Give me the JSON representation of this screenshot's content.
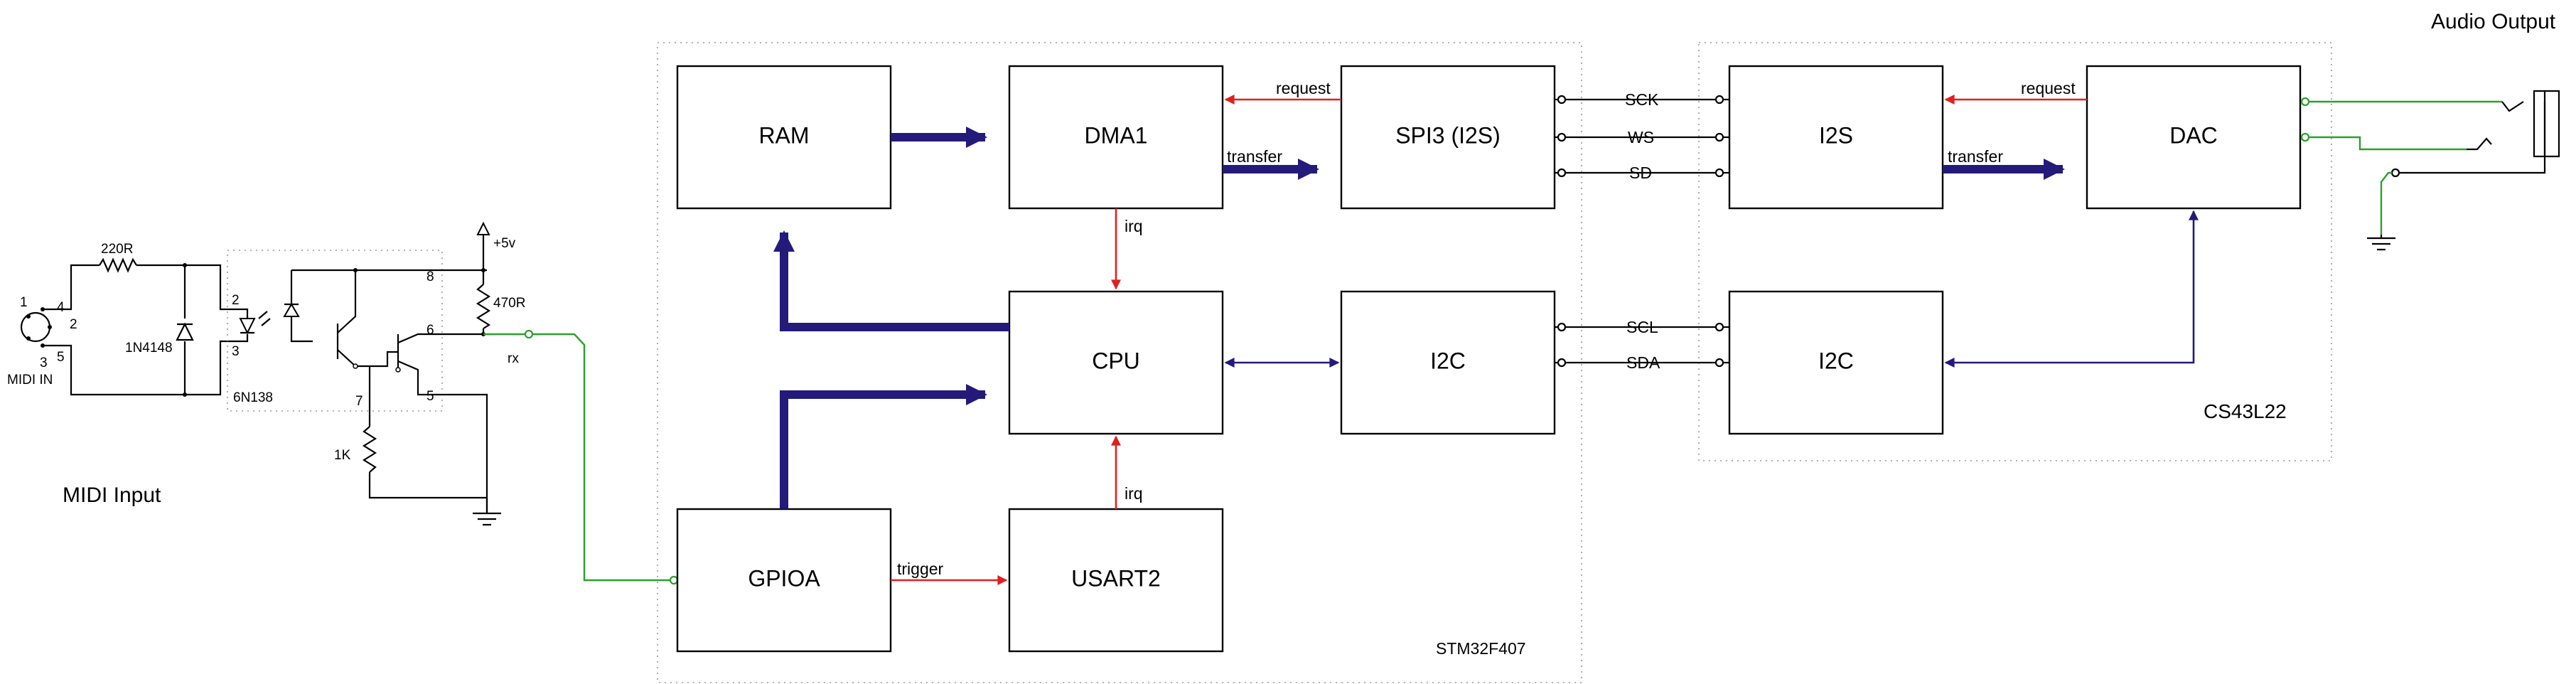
{
  "titles": {
    "midi_input": "MIDI Input",
    "audio_output": "Audio Output",
    "mcu": "STM32F407",
    "codec": "CS43L22"
  },
  "blocks": {
    "ram": "RAM",
    "dma1": "DMA1",
    "spi3": "SPI3 (I2S)",
    "cpu": "CPU",
    "i2c_mcu": "I2C",
    "gpioa": "GPIOA",
    "usart2": "USART2",
    "i2s": "I2S",
    "dac": "DAC",
    "i2c_codec": "I2C"
  },
  "signals": {
    "request_1": "request",
    "transfer_1": "transfer",
    "irq_1": "irq",
    "irq_2": "irq",
    "trigger": "trigger",
    "request_2": "request",
    "transfer_2": "transfer"
  },
  "pins": [
    "SCK",
    "WS",
    "SD",
    "SCL",
    "SDA"
  ],
  "schematic": {
    "r1": "220R",
    "diode": "1N4148",
    "midi_in": "MIDI IN",
    "opto": "6N138",
    "vcc": "+5v",
    "r2": "470R",
    "r3": "1K",
    "rx": "rx",
    "pin_1": "1",
    "pin_2": "2",
    "pin_3": "3",
    "pin_4": "4",
    "pin_5": "5",
    "opto_pin_2": "2",
    "opto_pin_3": "3",
    "opto_pin_5": "5",
    "opto_pin_6": "6",
    "opto_pin_7": "7",
    "opto_pin_8": "8"
  },
  "colors": {
    "data_bus": "#241a7a",
    "control": "#e02020",
    "midi_line": "#2aa12a",
    "box_border": "#000000"
  }
}
